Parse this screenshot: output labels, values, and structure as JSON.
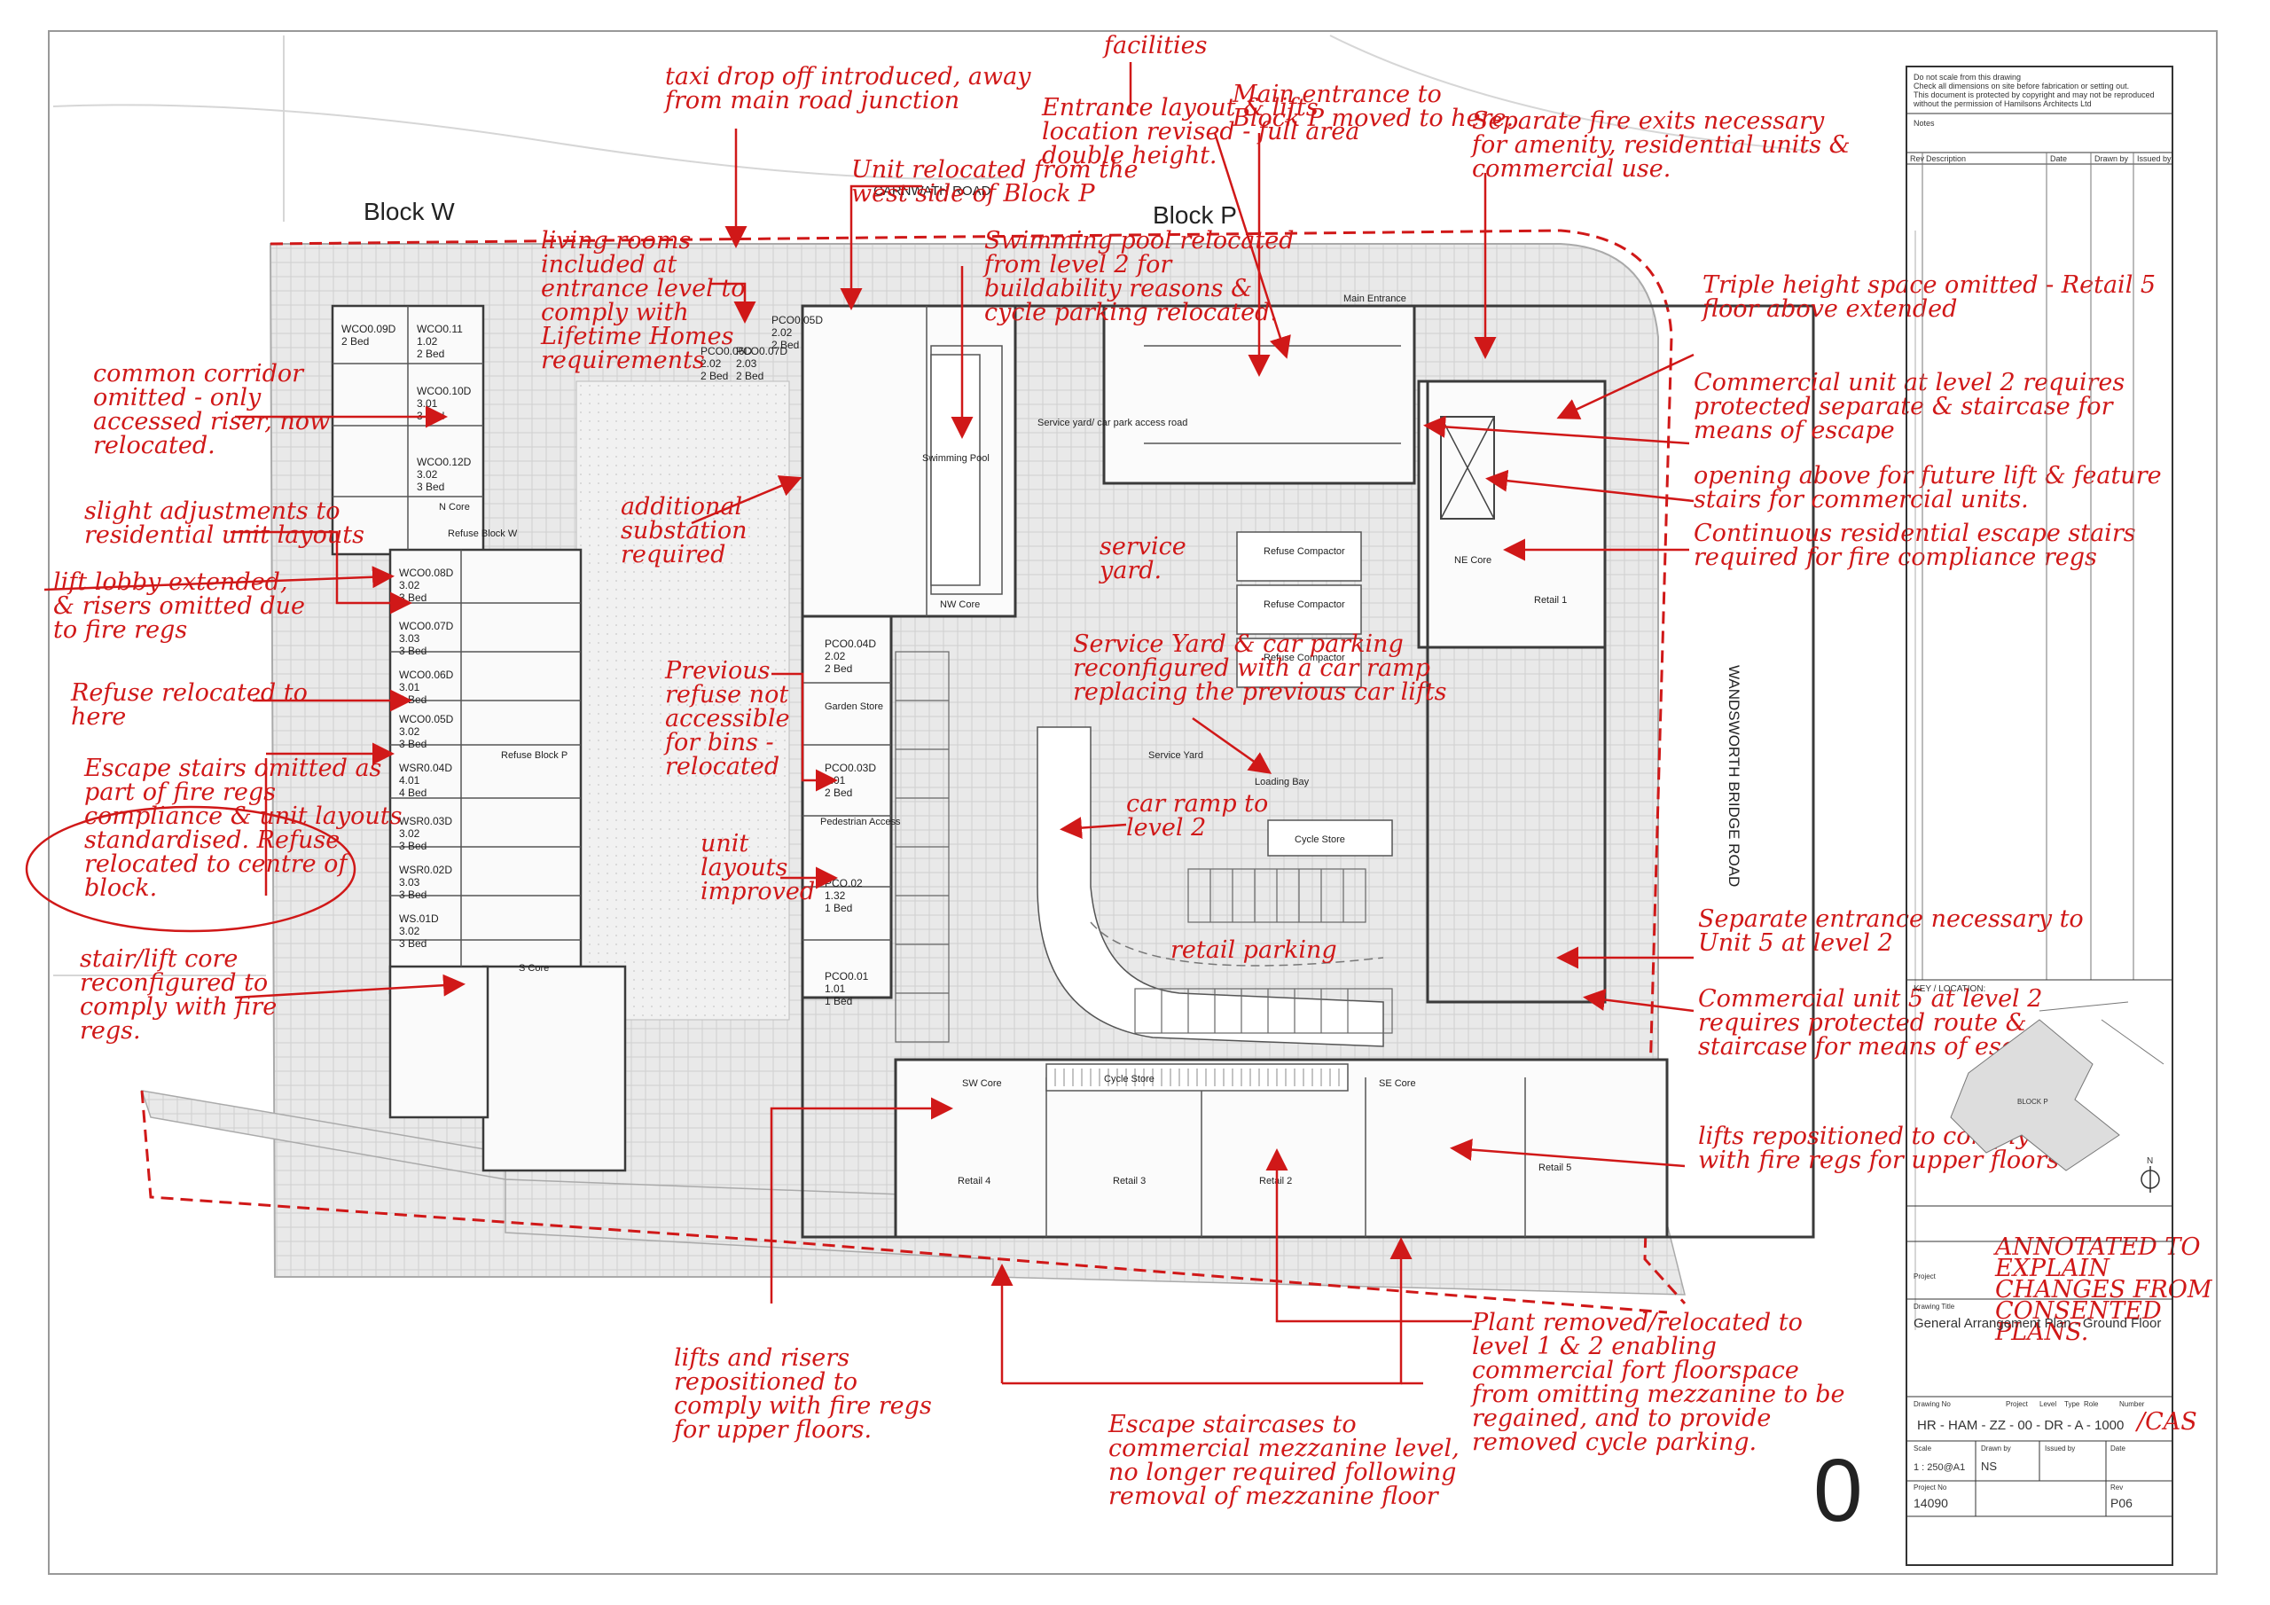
{
  "blocks": {
    "w": "Block W",
    "p": "Block P"
  },
  "roads": {
    "north": "CARNWATH ROAD",
    "east": "WANDSWORTH BRIDGE ROAD"
  },
  "areas": {
    "service_yard_access": "Service yard/ car park access road",
    "swimming_pool": "Swimming Pool",
    "service_yard": "Service Yard",
    "cycle_store_north": "Cycle Store",
    "cycle_store_south": "Cycle Store",
    "garden_store": "Garden Store",
    "pedestrian_access": "Pedestrian Access",
    "nw_core": "NW Core",
    "ne_core": "NE Core",
    "sw_core": "SW Core",
    "se_core": "SE Core",
    "n_core": "N Core",
    "s_core": "S Core",
    "main_entrance": "Main Entrance",
    "retail_1": "Retail 1",
    "retail_2": "Retail 2",
    "retail_3": "Retail 3",
    "retail_4": "Retail 4",
    "retail_5": "Retail 5",
    "refuse_block_w": "Refuse Block W",
    "refuse_block_p": "Refuse Block P",
    "refuse_compactor": "Refuse Compactor",
    "loading_bay": "Loading Bay"
  },
  "units": [
    {
      "code": "WCO0.09D",
      "beds": "2 Bed"
    },
    {
      "code": "WCO0.11",
      "area": "1.02",
      "beds": "2 Bed"
    },
    {
      "code": "WCO0.10D",
      "area": "3.01",
      "beds": "3 Bed"
    },
    {
      "code": "WCO0.12D",
      "area": "3.02",
      "beds": "3 Bed"
    },
    {
      "code": "WCO0.08D",
      "area": "3.02",
      "beds": "3 Bed"
    },
    {
      "code": "WCO0.07D",
      "area": "3.03",
      "beds": "3 Bed"
    },
    {
      "code": "WCO0.06D",
      "area": "3.01",
      "beds": "3 Bed"
    },
    {
      "code": "WCO0.05D",
      "area": "3.02",
      "beds": "3 Bed"
    },
    {
      "code": "WSR0.04D",
      "area": "4.01",
      "beds": "4 Bed"
    },
    {
      "code": "WSR0.03D",
      "area": "3.02",
      "beds": "3 Bed"
    },
    {
      "code": "WSR0.02D",
      "area": "3.03",
      "beds": "3 Bed"
    },
    {
      "code": "WS.01D",
      "area": "3.02",
      "beds": "3 Bed"
    },
    {
      "code": "PCO0.06D",
      "area": "2.02",
      "beds": "2 Bed"
    },
    {
      "code": "PCO0.07D",
      "area": "2.03",
      "beds": "2 Bed"
    },
    {
      "code": "PCO0.05D",
      "area": "2.02",
      "beds": "2 Bed"
    },
    {
      "code": "PCO0.04D",
      "area": "2.02",
      "beds": "2 Bed"
    },
    {
      "code": "PCO0.03D",
      "area": "2.01",
      "beds": "2 Bed"
    },
    {
      "code": "PCO.02",
      "area": "1.32",
      "beds": "1 Bed"
    },
    {
      "code": "PCO0.01",
      "area": "1.01",
      "beds": "1 Bed"
    }
  ],
  "annotations": {
    "taxi": "taxi drop off introduced, away from main road junction",
    "facilities": "facilities",
    "entrance_lifts": "Entrance layout & lifts location revised - full area double height.",
    "main_entrance_moved": "Main entrance to Block P moved to here.",
    "fire_exits": "Separate fire exits necessary for amenity, residential units & commercial use.",
    "unit_relocated": "Unit relocated from the west side of Block P",
    "living_rooms": "living rooms included at entrance level to comply with Lifetime Homes requirements",
    "swimming_pool": "Swimming pool relocated from level 2 for buildability reasons & cycle parking relocated.",
    "triple_height": "Triple height space omitted - Retail 5 floor above extended",
    "common_corridor": "common corridor omitted - only accessed riser, now relocated.",
    "commercial_unit_2": "Commercial unit at level 2 requires protected separate & staircase for means of escape",
    "opening_above": "opening above for future lift & feature stairs for commercial units.",
    "slight_adjustments": "slight adjustments to residential unit layouts",
    "additional_substation": "additional substation required",
    "service_yard_note": "service yard.",
    "continuous_escape": "Continuous residential escape stairs required for fire compliance regs",
    "lift_lobby": "lift lobby extended, & risers omitted due to fire regs",
    "service_yard_car": "Service Yard & car parking reconfigured with a car ramp replacing the previous car lifts",
    "refuse_relocated": "Refuse relocated to here",
    "previous_refuse": "Previous refuse not accessible for bins - relocated",
    "escape_stairs": "Escape stairs omitted as part of fire regs compliance & unit layouts standardised. Refuse relocated to centre of block.",
    "car_ramp": "car ramp to level 2",
    "unit_layouts": "unit layouts improved",
    "separate_entrance": "Separate entrance necessary to Unit 5 at level 2",
    "stair_lift_core": "stair/lift core reconfigured to comply with fire regs.",
    "retail_parking": "retail parking",
    "commercial_unit_5": "Commercial unit 5 at level 2 requires protected route & staircase for means of escape",
    "lifts_repositioned": "lifts repositioned to comply with fire regs for upper floors",
    "lifts_risers": "lifts and risers repositioned to comply with fire regs for upper floors.",
    "plant": "Plant removed/relocated to level 1 & 2 enabling commercial fort floorspace from omitting mezzanine to be regained, and to provide removed cycle parking.",
    "escape_staircases": "Escape staircases to commercial mezzanine level, no longer required following removal of mezzanine floor",
    "annotated": "ANNOTATED TO EXPLAIN CHANGES FROM CONSENTED PLANS."
  },
  "title_block": {
    "disclaimer": [
      "Do not scale from this drawing",
      "Check all dimensions on site before fabrication or setting out.",
      "This document is protected by copyright and may not be reproduced",
      "without the permission of Hamilsons Architects Ltd"
    ],
    "notes_label": "Notes",
    "rev_header": [
      "Rev",
      "Description",
      "Date",
      "Drawn by",
      "Issued by"
    ],
    "key_location": "KEY / LOCATION:",
    "key_block_label": "BLOCK P",
    "north_label": "N",
    "project_label": "Project",
    "drawing_title_label": "Drawing Title",
    "drawing_title": "General Arrangement Plan - Ground Floor",
    "drawing_no_label": "Drawing No",
    "drawing_no_parts": [
      "Project",
      "Level",
      "Type",
      "Role",
      "Number"
    ],
    "drawing_no": "HR - HAM - ZZ - 00 - DR - A - 1000",
    "drawing_no_suffix": "/CAS",
    "scale_label": "Scale",
    "scale": "1 : 250@A1",
    "drawn_by_label": "Drawn by",
    "drawn_by": "NS",
    "issued_by_label": "Issued by",
    "date_label": "Date",
    "project_no_label": "Project No",
    "project_no": "14090",
    "rev_label": "Rev",
    "rev": "P06",
    "level_mark": "0"
  },
  "colors": {
    "annotation": "#d01818",
    "plan": "#3a3a3a",
    "paving": "#e3e3e3"
  }
}
